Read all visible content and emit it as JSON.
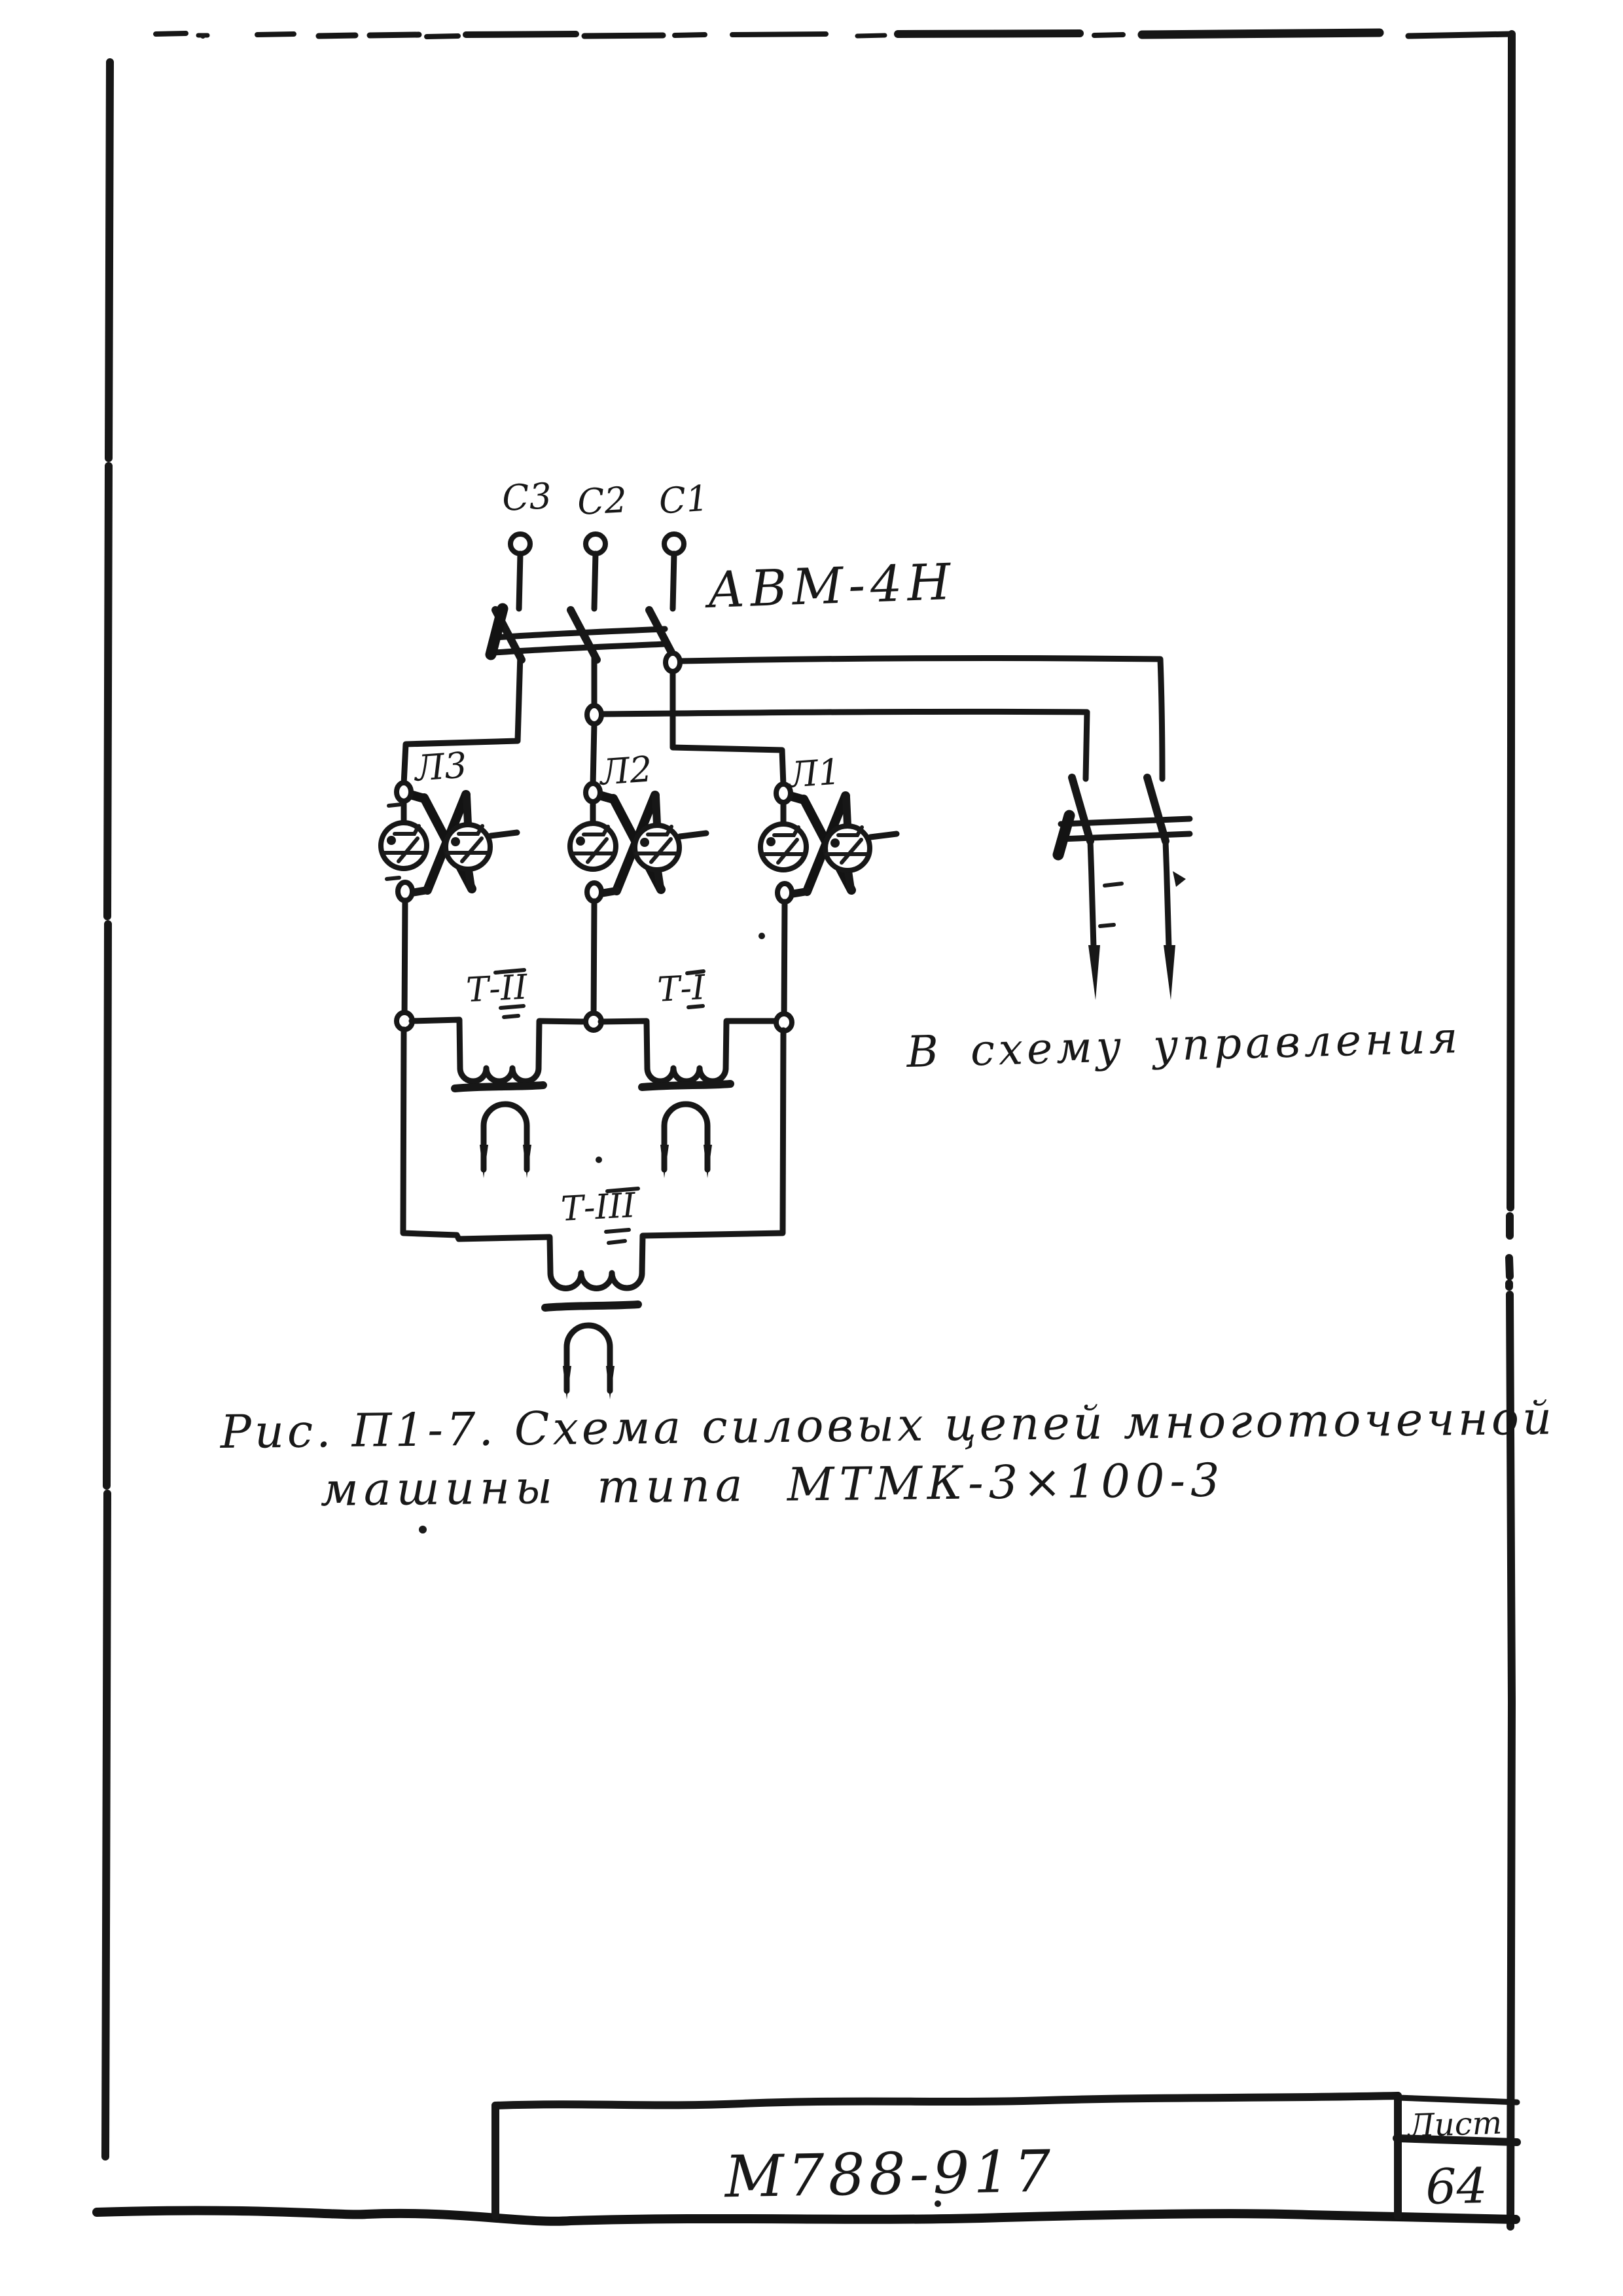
{
  "colors": {
    "ink": "#171717",
    "paper": "#ffffff"
  },
  "schematic": {
    "terminals": [
      {
        "label": "С3"
      },
      {
        "label": "С2"
      },
      {
        "label": "С1"
      }
    ],
    "breaker_label": "АВМ-4Н",
    "contactors": [
      {
        "label": "Л3"
      },
      {
        "label": "Л2"
      },
      {
        "label": "Л1"
      }
    ],
    "transformers": [
      {
        "label": "Т-II"
      },
      {
        "label": "Т-I"
      },
      {
        "label": "Т-III"
      }
    ],
    "control_note": "В схему управления"
  },
  "caption": {
    "line1": "Рис. П1-7.  Схема  силовых  цепей  многоточечной",
    "line2": "машины  типа  МТМК-3×100-3"
  },
  "title_block": {
    "document_number": "М788-917",
    "sheet_label": "Лист",
    "sheet_number": "64"
  }
}
